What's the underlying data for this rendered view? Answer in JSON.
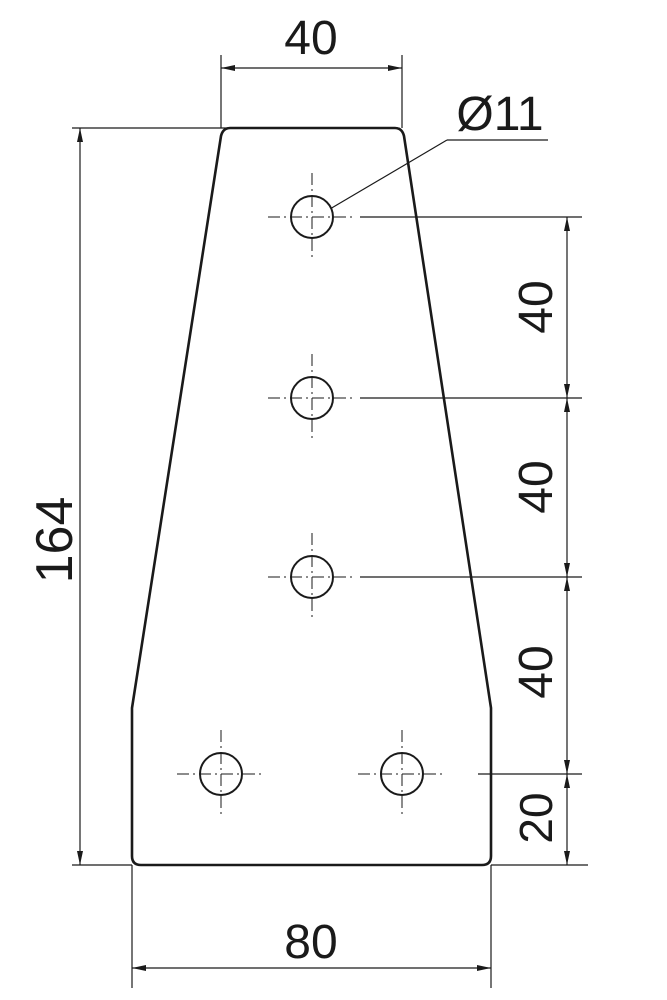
{
  "dimensions": {
    "top_width": "40",
    "hole_diameter": "Ø11",
    "total_height": "164",
    "spacing_1": "40",
    "spacing_2": "40",
    "spacing_3": "40",
    "bottom_offset": "20",
    "bottom_width": "80"
  }
}
